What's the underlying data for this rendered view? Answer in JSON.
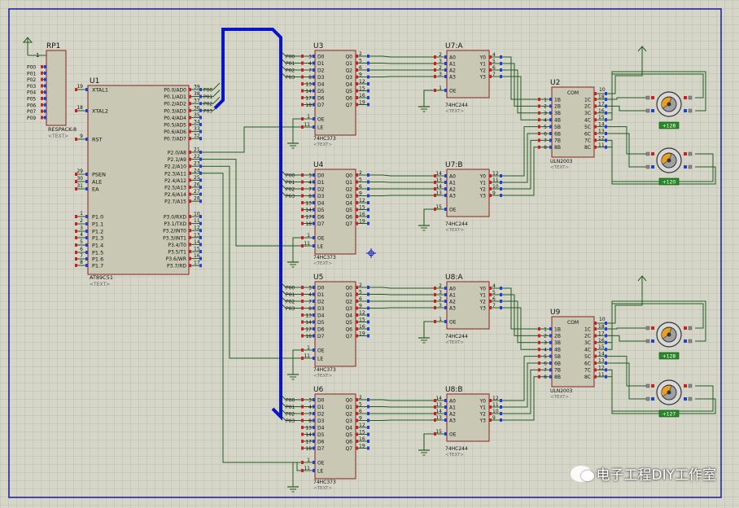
{
  "sheet": {
    "grid": true,
    "border_color": "#1a1aa8",
    "wire_color": "#1f5c1f",
    "bus_color": "#0a14c8",
    "chip_fill": "#c8c8b4",
    "chip_stroke": "#8a2020"
  },
  "rp1": {
    "ref": "RP1",
    "pin1": "1",
    "nets": [
      "P00",
      "P01",
      "P02",
      "P03",
      "P04",
      "P05",
      "P06",
      "P07",
      "P09"
    ],
    "part": "RESPACK-8",
    "text": "<TEXT>"
  },
  "u1": {
    "ref": "U1",
    "part": "AT89C51",
    "text": "<TEXT>",
    "left_pins": [
      {
        "num": "19",
        "name": "XTAL1"
      },
      {
        "num": "18",
        "name": "XTAL2"
      },
      {
        "num": "9",
        "name": "RST"
      },
      {
        "num": "29",
        "name": "PSEN"
      },
      {
        "num": "30",
        "name": "ALE"
      },
      {
        "num": "31",
        "name": "EA"
      },
      {
        "num": "1",
        "name": "P1.0"
      },
      {
        "num": "2",
        "name": "P1.1"
      },
      {
        "num": "3",
        "name": "P1.2"
      },
      {
        "num": "4",
        "name": "P1.3"
      },
      {
        "num": "5",
        "name": "P1.4"
      },
      {
        "num": "6",
        "name": "P1.5"
      },
      {
        "num": "7",
        "name": "P1.6"
      },
      {
        "num": "8",
        "name": "P1.7"
      }
    ],
    "right_pins": [
      {
        "num": "39",
        "name": "P0.0/AD0",
        "net": "P00"
      },
      {
        "num": "38",
        "name": "P0.1/AD1",
        "net": "P01"
      },
      {
        "num": "37",
        "name": "P0.2/AD2",
        "net": "P02"
      },
      {
        "num": "36",
        "name": "P0.3/AD3",
        "net": "P03"
      },
      {
        "num": "35",
        "name": "P0.4/AD4",
        "net": ""
      },
      {
        "num": "34",
        "name": "P0.5/AD5",
        "net": ""
      },
      {
        "num": "33",
        "name": "P0.6/AD6",
        "net": ""
      },
      {
        "num": "32",
        "name": "P0.7/AD7",
        "net": ""
      },
      {
        "num": "21",
        "name": "P2.0/A8",
        "net": ""
      },
      {
        "num": "22",
        "name": "P2.1/A9",
        "net": ""
      },
      {
        "num": "23",
        "name": "P2.2/A10",
        "net": ""
      },
      {
        "num": "24",
        "name": "P2.3/A11",
        "net": ""
      },
      {
        "num": "25",
        "name": "P2.4/A12",
        "net": ""
      },
      {
        "num": "26",
        "name": "P2.5/A13",
        "net": ""
      },
      {
        "num": "27",
        "name": "P2.6/A14",
        "net": ""
      },
      {
        "num": "28",
        "name": "P2.7/A15",
        "net": ""
      },
      {
        "num": "10",
        "name": "P3.0/RXD",
        "net": ""
      },
      {
        "num": "11",
        "name": "P3.1/TXD",
        "net": ""
      },
      {
        "num": "12",
        "name": "P3.2/INT0",
        "net": ""
      },
      {
        "num": "13",
        "name": "P3.3/INT1",
        "net": ""
      },
      {
        "num": "14",
        "name": "P3.4/T0",
        "net": ""
      },
      {
        "num": "15",
        "name": "P3.5/T1",
        "net": ""
      },
      {
        "num": "16",
        "name": "P3.6/WR",
        "net": ""
      },
      {
        "num": "17",
        "name": "P3.7/RD",
        "net": ""
      }
    ]
  },
  "latch_common": {
    "part": "74HC373",
    "text": "<TEXT>",
    "in_nums": [
      "3",
      "4",
      "7",
      "8",
      "13",
      "14",
      "17",
      "18"
    ],
    "in_names": [
      "D0",
      "D1",
      "D2",
      "D3",
      "D4",
      "D5",
      "D6",
      "D7"
    ],
    "out_nums": [
      "2",
      "5",
      "6",
      "9",
      "12",
      "15",
      "16",
      "19"
    ],
    "out_names": [
      "Q0",
      "Q1",
      "Q2",
      "Q3",
      "Q4",
      "Q5",
      "Q6",
      "Q7"
    ],
    "oe": {
      "num": "1",
      "name": "OE"
    },
    "le": {
      "num": "11",
      "name": "LE"
    },
    "nets": [
      "P00",
      "P01",
      "P02",
      "P03"
    ]
  },
  "latches": [
    {
      "ref": "U3"
    },
    {
      "ref": "U4"
    },
    {
      "ref": "U5"
    },
    {
      "ref": "U6"
    }
  ],
  "decoders": [
    {
      "ref": "U7:A",
      "in_nums": [
        "2",
        "3"
      ],
      "en_num": "1",
      "out_nums": [
        "4",
        "5",
        "6",
        "7"
      ]
    },
    {
      "ref": "U7:B",
      "in_nums": [
        "14",
        "13"
      ],
      "en_num": "15",
      "out_nums": [
        "12",
        "11",
        "10",
        "9"
      ]
    },
    {
      "ref": "U8:A",
      "in_nums": [
        "2",
        "3"
      ],
      "en_num": "1",
      "out_nums": [
        "4",
        "5",
        "6",
        "7"
      ]
    },
    {
      "ref": "U8:B",
      "in_nums": [
        "14",
        "13"
      ],
      "en_num": "15",
      "out_nums": [
        "12",
        "11",
        "10",
        "9"
      ]
    }
  ],
  "decoder_common": {
    "part": "74HC244",
    "text": "<TEXT>",
    "in_names": [
      "A0",
      "A1",
      "A2",
      "A3"
    ],
    "en_name": "OE",
    "out_names": [
      "Y0",
      "Y1",
      "Y2",
      "Y3"
    ]
  },
  "drivers": [
    {
      "ref": "U2",
      "in_nums": [
        "1",
        "2",
        "3",
        "4",
        "5",
        "6",
        "7",
        "8"
      ],
      "out_nums": [
        "18",
        "17",
        "16",
        "15",
        "14",
        "13",
        "12",
        "11"
      ],
      "com_num": "10"
    },
    {
      "ref": "U9",
      "in_nums": [
        "1",
        "2",
        "3",
        "4",
        "5",
        "6",
        "7",
        "8"
      ],
      "out_nums": [
        "18",
        "17",
        "16",
        "15",
        "14",
        "13",
        "12",
        "11"
      ],
      "com_num": "10"
    }
  ],
  "driver_common": {
    "part": "ULN2003",
    "text": "<TEXT>",
    "com_name": "COM",
    "in_names": [
      "1B",
      "2B",
      "3B",
      "4B",
      "5B",
      "6B",
      "7B",
      "8B"
    ],
    "out_names": [
      "1C",
      "2C",
      "3C",
      "4C",
      "5C",
      "6C",
      "7C",
      "8C"
    ]
  },
  "motors": [
    {
      "label": "+128"
    },
    {
      "label": "+120"
    },
    {
      "label": "+128"
    },
    {
      "label": "+127"
    }
  ],
  "watermark": {
    "brand": "电子工程DIY工作室"
  }
}
